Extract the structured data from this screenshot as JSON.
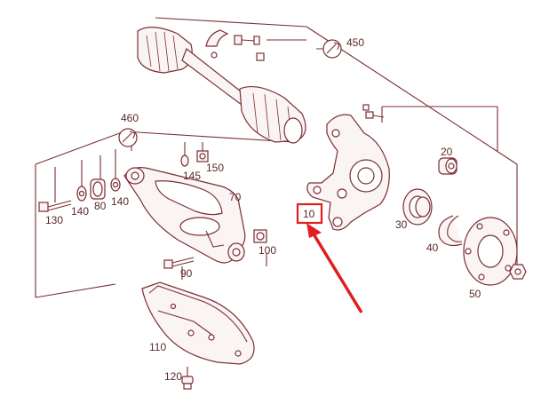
{
  "callouts": {
    "c10": "10",
    "c20": "20",
    "c30": "30",
    "c40": "40",
    "c50": "50",
    "c70": "70",
    "c80": "80",
    "c90": "90",
    "c100": "100",
    "c110": "110",
    "c120": "120",
    "c130": "130",
    "c140a": "140",
    "c140b": "140",
    "c145": "145",
    "c150": "150",
    "c450": "450",
    "c460": "460"
  },
  "highlight": {
    "target": "10",
    "box_color": "#e01e1e",
    "arrow_color": "#e01e1e"
  },
  "colors": {
    "line": "#7a2f33",
    "label": "#5a2a2a"
  },
  "icons": [
    "wrench-icon",
    "bolt-icon",
    "nut-icon",
    "bushing-icon"
  ]
}
